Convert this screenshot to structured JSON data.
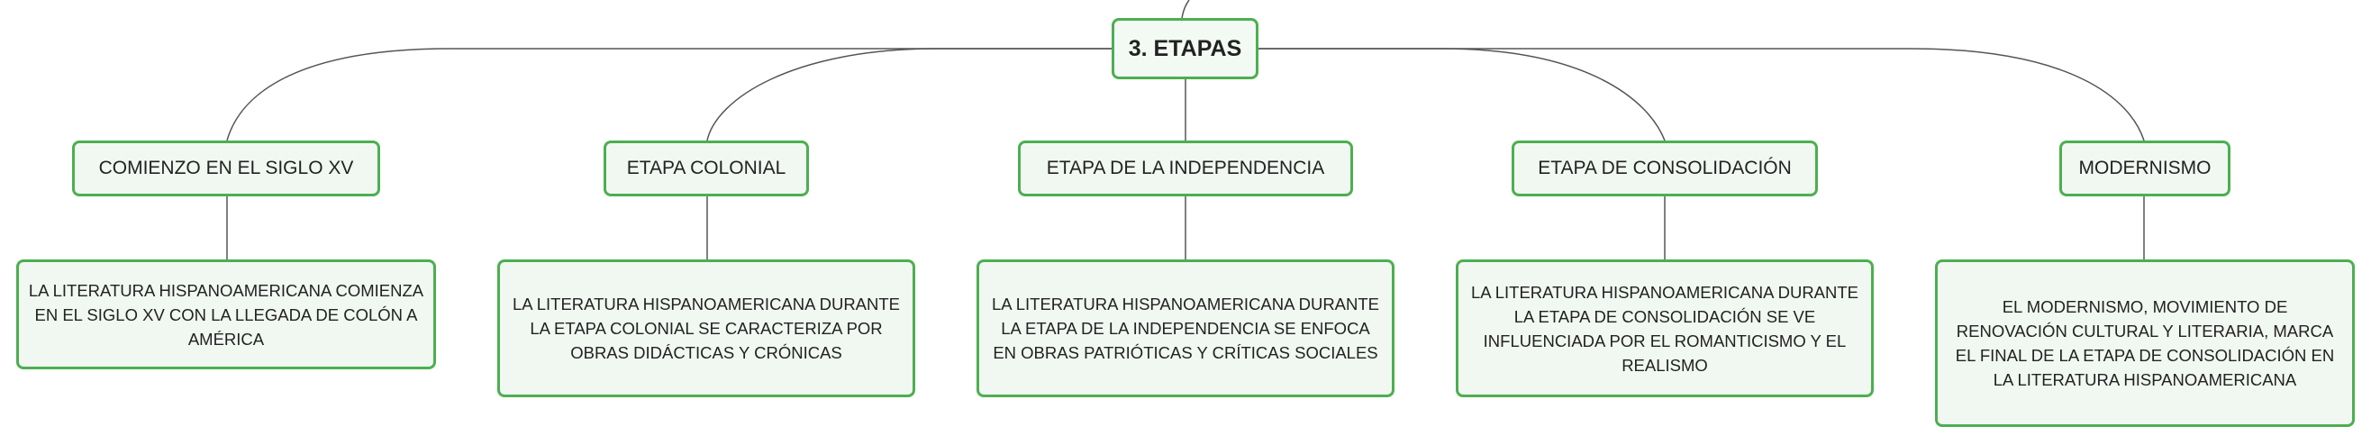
{
  "root": {
    "label": "3. ETAPAS"
  },
  "branches": [
    {
      "title": "COMIENZO EN EL SIGLO XV",
      "description": "LA LITERATURA HISPANOAMERICANA COMIENZA EN EL SIGLO XV CON LA LLEGADA DE COLÓN A AMÉRICA"
    },
    {
      "title": "ETAPA COLONIAL",
      "description": "LA LITERATURA HISPANOAMERICANA DURANTE LA ETAPA COLONIAL SE CARACTERIZA POR OBRAS DIDÁCTICAS Y CRÓNICAS"
    },
    {
      "title": "ETAPA DE LA INDEPENDENCIA",
      "description": "LA LITERATURA HISPANOAMERICANA DURANTE LA ETAPA DE LA INDEPENDENCIA SE ENFOCA EN OBRAS PATRIÓTICAS Y CRÍTICAS SOCIALES"
    },
    {
      "title": "ETAPA DE CONSOLIDACIÓN",
      "description": "LA LITERATURA HISPANOAMERICANA DURANTE LA ETAPA DE CONSOLIDACIÓN SE VE INFLUENCIADA POR EL ROMANTICISMO Y EL REALISMO"
    },
    {
      "title": "MODERNISMO",
      "description": "EL MODERNISMO, MOVIMIENTO DE RENOVACIÓN CULTURAL Y LITERARIA, MARCA EL FINAL DE LA ETAPA DE CONSOLIDACIÓN EN LA LITERATURA HISPANOAMERICANA"
    }
  ],
  "colors": {
    "border": "#4caf50",
    "fill": "#f1f8f2",
    "line": "#555555"
  }
}
